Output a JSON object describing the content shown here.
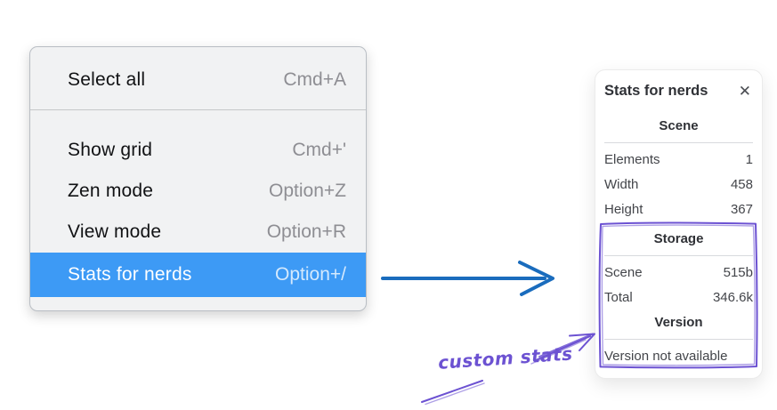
{
  "colors": {
    "menu_highlight": "#3d9af5",
    "arrow_blue": "#1a6cbd",
    "annotation_purple": "#6c52d2"
  },
  "context_menu": {
    "items": [
      {
        "label": "Select all",
        "shortcut": "Cmd+A",
        "selected": false
      },
      {
        "label": "Show grid",
        "shortcut": "Cmd+'",
        "selected": false
      },
      {
        "label": "Zen mode",
        "shortcut": "Option+Z",
        "selected": false
      },
      {
        "label": "View mode",
        "shortcut": "Option+R",
        "selected": false
      },
      {
        "label": "Stats for nerds",
        "shortcut": "Option+/",
        "selected": true
      }
    ]
  },
  "stats_panel": {
    "title": "Stats for nerds",
    "close_icon": "✕",
    "scene": {
      "heading": "Scene",
      "rows": [
        {
          "label": "Elements",
          "value": "1"
        },
        {
          "label": "Width",
          "value": "458"
        },
        {
          "label": "Height",
          "value": "367"
        }
      ]
    },
    "storage": {
      "heading": "Storage",
      "rows": [
        {
          "label": "Scene",
          "value": "515b"
        },
        {
          "label": "Total",
          "value": "346.6k"
        }
      ]
    },
    "version": {
      "heading": "Version",
      "note": "Version not available"
    }
  },
  "annotation": {
    "label": "custom stats"
  }
}
